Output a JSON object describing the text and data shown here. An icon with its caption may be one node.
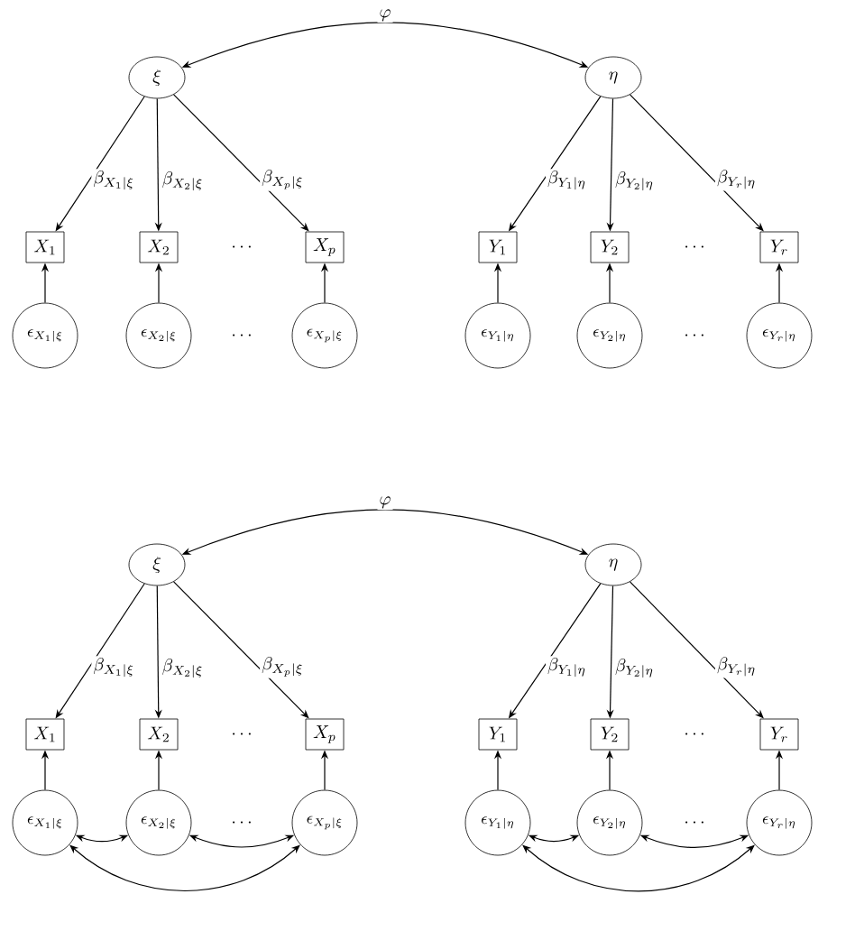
{
  "diagram": {
    "nodes": [
      {
        "text": [
          "\\xi"
        ]
      },
      {
        "text": [
          "\\eta"
        ]
      },
      {
        "text": [
          "X_1"
        ]
      },
      {
        "text": [
          "X_2"
        ]
      },
      {
        "text": [
          "X_p"
        ]
      },
      {
        "text": [
          "Y_1"
        ]
      },
      {
        "text": [
          "Y_2"
        ]
      },
      {
        "text": [
          "Y_r"
        ]
      },
      {
        "text": [
          "\\epsilon_{X_1|\\xi}"
        ]
      },
      {
        "text": [
          "\\epsilon_{X_2|\\xi}"
        ]
      },
      {
        "text": [
          "\\epsilon_{X_p|\\xi}"
        ]
      },
      {
        "text": [
          "\\epsilon_{Y_1|\\eta}"
        ]
      },
      {
        "text": [
          "\\epsilon_{Y_2|\\eta}"
        ]
      },
      {
        "text": [
          "\\epsilon_{Y_r|\\eta}"
        ]
      },
      {
        "text": [
          "\\xi"
        ]
      },
      {
        "text": [
          "\\eta"
        ]
      },
      {
        "text": [
          "X_1"
        ]
      },
      {
        "text": [
          "X_2"
        ]
      },
      {
        "text": [
          "X_p"
        ]
      },
      {
        "text": [
          "Y_1"
        ]
      },
      {
        "text": [
          "Y_2"
        ]
      },
      {
        "text": [
          "Y_r"
        ]
      },
      {
        "text": [
          "\\epsilon_{X_1|\\xi}"
        ]
      },
      {
        "text": [
          "\\epsilon_{X_2|\\xi}"
        ]
      },
      {
        "text": [
          "\\epsilon_{X_p|\\xi}"
        ]
      },
      {
        "text": [
          "\\epsilon_{Y_1|\\eta}"
        ]
      },
      {
        "text": [
          "\\epsilon_{Y_2|\\eta}"
        ]
      },
      {
        "text": [
          "\\epsilon_{Y_r|\\eta}"
        ]
      }
    ],
    "edges": [
      {
        "from": 0,
        "to": 1,
        "arrow": "both",
        "label": "\\varphi"
      },
      {
        "from": 0,
        "to": 2,
        "arrow": "to",
        "label": "\\beta_{X_1|\\xi}"
      },
      {
        "from": 0,
        "to": 3,
        "arrow": "to",
        "label": "\\beta_{X_2|\\xi}"
      },
      {
        "from": 0,
        "to": 4,
        "arrow": "to",
        "label": "\\beta_{X_p|\\xi}"
      },
      {
        "from": 1,
        "to": 5,
        "arrow": "to",
        "label": "\\beta_{Y_1|\\eta}"
      },
      {
        "from": 1,
        "to": 6,
        "arrow": "to",
        "label": "\\beta_{Y_2|\\eta}"
      },
      {
        "from": 1,
        "to": 7,
        "arrow": "to",
        "label": "\\beta_{Y_r|\\eta}"
      },
      {
        "from": 8,
        "to": 2,
        "arrow": "to"
      },
      {
        "from": 9,
        "to": 3,
        "arrow": "to"
      },
      {
        "from": 10,
        "to": 4,
        "arrow": "to"
      },
      {
        "from": 11,
        "to": 5,
        "arrow": "to"
      },
      {
        "from": 12,
        "to": 6,
        "arrow": "to"
      },
      {
        "from": 13,
        "to": 7,
        "arrow": "to"
      },
      {
        "from": 14,
        "to": 15,
        "arrow": "both",
        "label": "\\varphi"
      },
      {
        "from": 14,
        "to": 16,
        "arrow": "to",
        "label": "\\beta_{X_1|\\xi}"
      },
      {
        "from": 14,
        "to": 17,
        "arrow": "to",
        "label": "\\beta_{X_2|\\xi}"
      },
      {
        "from": 14,
        "to": 18,
        "arrow": "to",
        "label": "\\beta_{X_p|\\xi}"
      },
      {
        "from": 15,
        "to": 19,
        "arrow": "to",
        "label": "\\beta_{Y_1|\\eta}"
      },
      {
        "from": 15,
        "to": 20,
        "arrow": "to",
        "label": "\\beta_{Y_2|\\eta}"
      },
      {
        "from": 15,
        "to": 21,
        "arrow": "to",
        "label": "\\beta_{Y_r|\\eta}"
      },
      {
        "from": 22,
        "to": 16,
        "arrow": "to"
      },
      {
        "from": 23,
        "to": 17,
        "arrow": "to"
      },
      {
        "from": 24,
        "to": 18,
        "arrow": "to"
      },
      {
        "from": 25,
        "to": 19,
        "arrow": "to"
      },
      {
        "from": 26,
        "to": 20,
        "arrow": "to"
      },
      {
        "from": 27,
        "to": 21,
        "arrow": "to"
      },
      {
        "from": 22,
        "to": 23,
        "arrow": "both"
      },
      {
        "from": 23,
        "to": 24,
        "arrow": "both"
      },
      {
        "from": 22,
        "to": 24,
        "arrow": "both"
      },
      {
        "from": 25,
        "to": 26,
        "arrow": "both"
      },
      {
        "from": 26,
        "to": 27,
        "arrow": "both"
      },
      {
        "from": 25,
        "to": 27,
        "arrow": "both"
      }
    ],
    "labels": [
      "\\cdots",
      "\\cdots",
      "\\cdots",
      "\\cdots",
      "\\cdots",
      "\\cdots",
      "\\cdots",
      "\\cdots"
    ]
  }
}
